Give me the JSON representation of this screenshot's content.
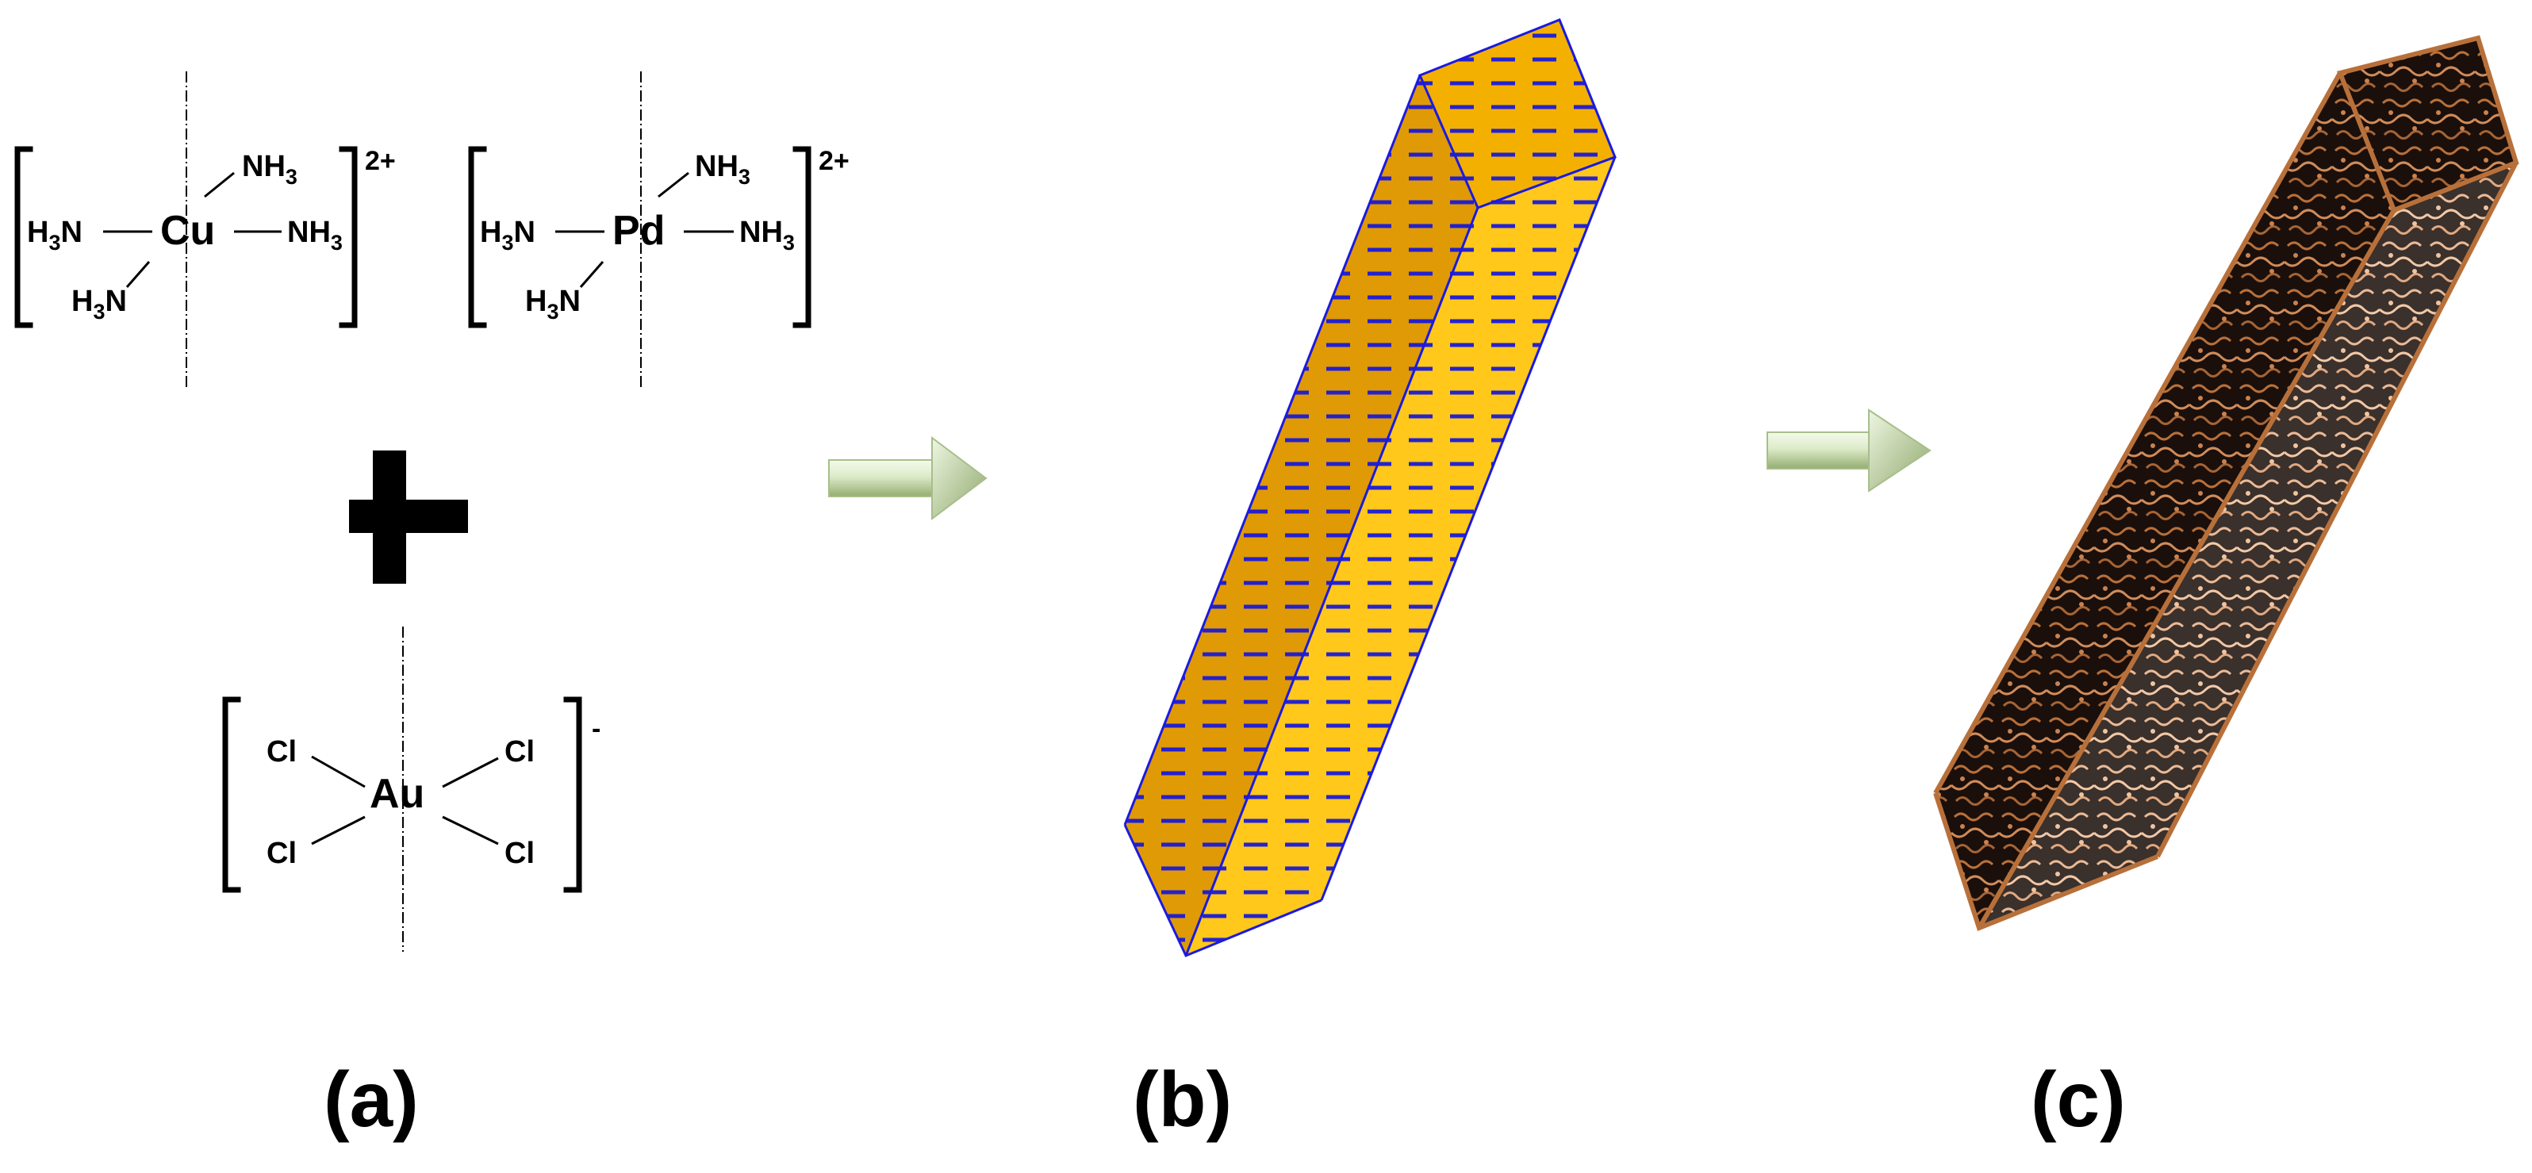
{
  "figure": {
    "labels": {
      "a": "(a)",
      "b": "(b)",
      "c": "(c)"
    },
    "complexes": {
      "cu": {
        "center": "Cu",
        "ligand_top": "NH",
        "ligand_top_sub": "3",
        "ligand_left": "H",
        "ligand_left_sub": "3",
        "ligand_left_end": "N",
        "ligand_right": "NH",
        "ligand_right_sub": "3",
        "ligand_bottom": "H",
        "ligand_bottom_sub": "3",
        "ligand_bottom_end": "N",
        "charge": "2+"
      },
      "pd": {
        "center": "Pd",
        "ligand_top": "NH",
        "ligand_top_sub": "3",
        "ligand_left": "H",
        "ligand_left_sub": "3",
        "ligand_left_end": "N",
        "ligand_right": "NH",
        "ligand_right_sub": "3",
        "ligand_bottom": "H",
        "ligand_bottom_sub": "3",
        "ligand_bottom_end": "N",
        "charge": "2+"
      },
      "au": {
        "center": "Au",
        "ligand_ul": "Cl",
        "ligand_ur": "Cl",
        "ligand_ll": "Cl",
        "ligand_lr": "Cl",
        "charge": "-"
      }
    },
    "colors": {
      "prism_b_dark": "#E09A05",
      "prism_b_light": "#FFC81A",
      "prism_b_top": "#F4B000",
      "prism_b_edge": "#1A1AE0",
      "prism_b_dash": "#1A1AD8",
      "prism_c_dark": "#1A0F0B",
      "prism_c_light": "#3A302C",
      "prism_c_edge": "#B8703A",
      "prism_c_texture": "#E8B088",
      "arrow_light": "#E6F2D6",
      "arrow_dark": "#9BB37A"
    }
  }
}
